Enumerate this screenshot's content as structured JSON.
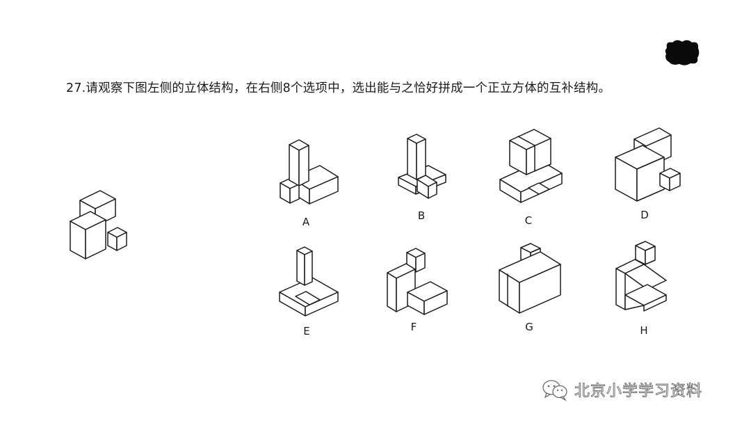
{
  "question": {
    "text": "27.请观察下图左侧的立体结构，在右侧8个选项中，选出能与之恰好拼成一个正立方体的互补结构。"
  },
  "options": [
    {
      "letter": "A"
    },
    {
      "letter": "B"
    },
    {
      "letter": "C"
    },
    {
      "letter": "D"
    },
    {
      "letter": "E"
    },
    {
      "letter": "F"
    },
    {
      "letter": "G"
    },
    {
      "letter": "H"
    }
  ],
  "watermark": {
    "text": "北京小学学习资料",
    "logo_icon": "wechat-official-account-icon"
  },
  "colors": {
    "line": "#1a1a1a",
    "background": "#ffffff",
    "blot": "#0b0b0b"
  }
}
